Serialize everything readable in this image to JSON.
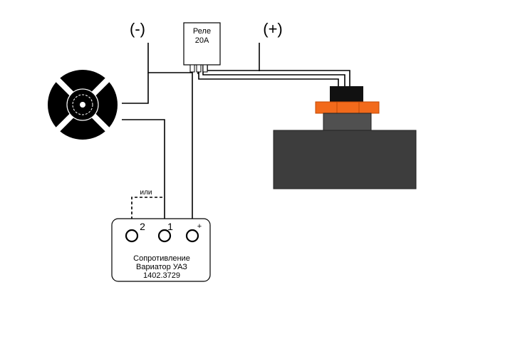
{
  "labels": {
    "minus": "(-)",
    "plus": "(+)",
    "relay_line1": "Реле",
    "relay_line2": "20А",
    "alt": "или"
  },
  "controller": {
    "terminal_2": "2",
    "terminal_1": "1",
    "terminal_plus": "+",
    "line1": "Сопротивление",
    "line2": "Вариатор УАЗ",
    "line3": "1402.3729"
  },
  "colors": {
    "wire": "#000000",
    "motor_body": "#3d3d3d",
    "motor_mid": "#505050",
    "motor_cap": "#111111",
    "flange": "#f26a1b"
  },
  "icons": {
    "fan": "fan-icon",
    "motor": "heater-motor"
  }
}
